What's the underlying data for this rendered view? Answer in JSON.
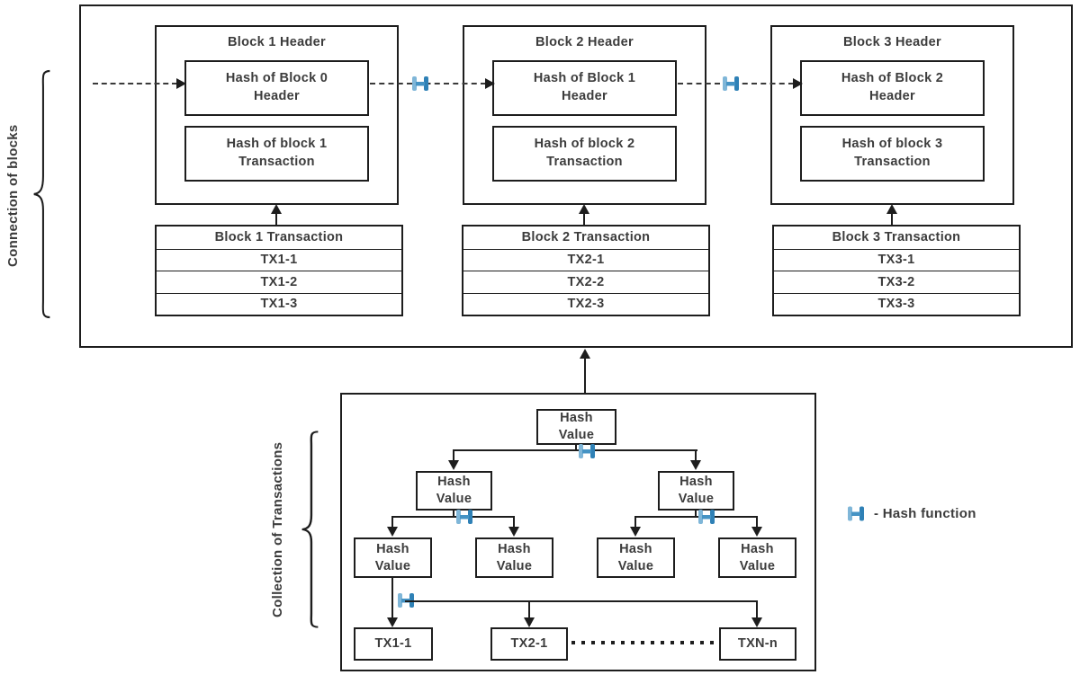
{
  "sections": {
    "connection": {
      "label": "Connection of blocks"
    },
    "collection": {
      "label": "Collection of Transactions"
    }
  },
  "blocks": [
    {
      "header_title": "Block 1 Header",
      "prev_hash_label": "Hash of Block 0 Header",
      "tx_hash_label": "Hash of block 1 Transaction",
      "table_title": "Block 1 Transaction",
      "transactions": [
        "TX1-1",
        "TX1-2",
        "TX1-3"
      ]
    },
    {
      "header_title": "Block 2 Header",
      "prev_hash_label": "Hash of Block 1 Header",
      "tx_hash_label": "Hash of block 2 Transaction",
      "table_title": "Block 2 Transaction",
      "transactions": [
        "TX2-1",
        "TX2-2",
        "TX2-3"
      ]
    },
    {
      "header_title": "Block 3 Header",
      "prev_hash_label": "Hash of Block 2 Header",
      "tx_hash_label": "Hash of block 3 Transaction",
      "table_title": "Block 3 Transaction",
      "transactions": [
        "TX3-1",
        "TX3-2",
        "TX3-3"
      ]
    }
  ],
  "merkle_tree": {
    "root_label": "Hash Value",
    "level2_labels": [
      "Hash Value",
      "Hash Value"
    ],
    "level3_labels": [
      "Hash Value",
      "Hash Value",
      "Hash Value",
      "Hash Value"
    ],
    "leaf_labels": [
      "TX1-1",
      "TX2-1",
      "TXN-n"
    ]
  },
  "legend": {
    "hash_icon_glyph": "H",
    "text": "- Hash function"
  },
  "icons": {
    "hash_function": "H"
  },
  "colors": {
    "line": "#1d1d1d",
    "text": "#3c3c3c",
    "hash_icon_light_blue": "#7fb6d8",
    "hash_icon_dark_blue": "#2f81b6",
    "hash_icon_mid_blue": "#4593c4"
  }
}
